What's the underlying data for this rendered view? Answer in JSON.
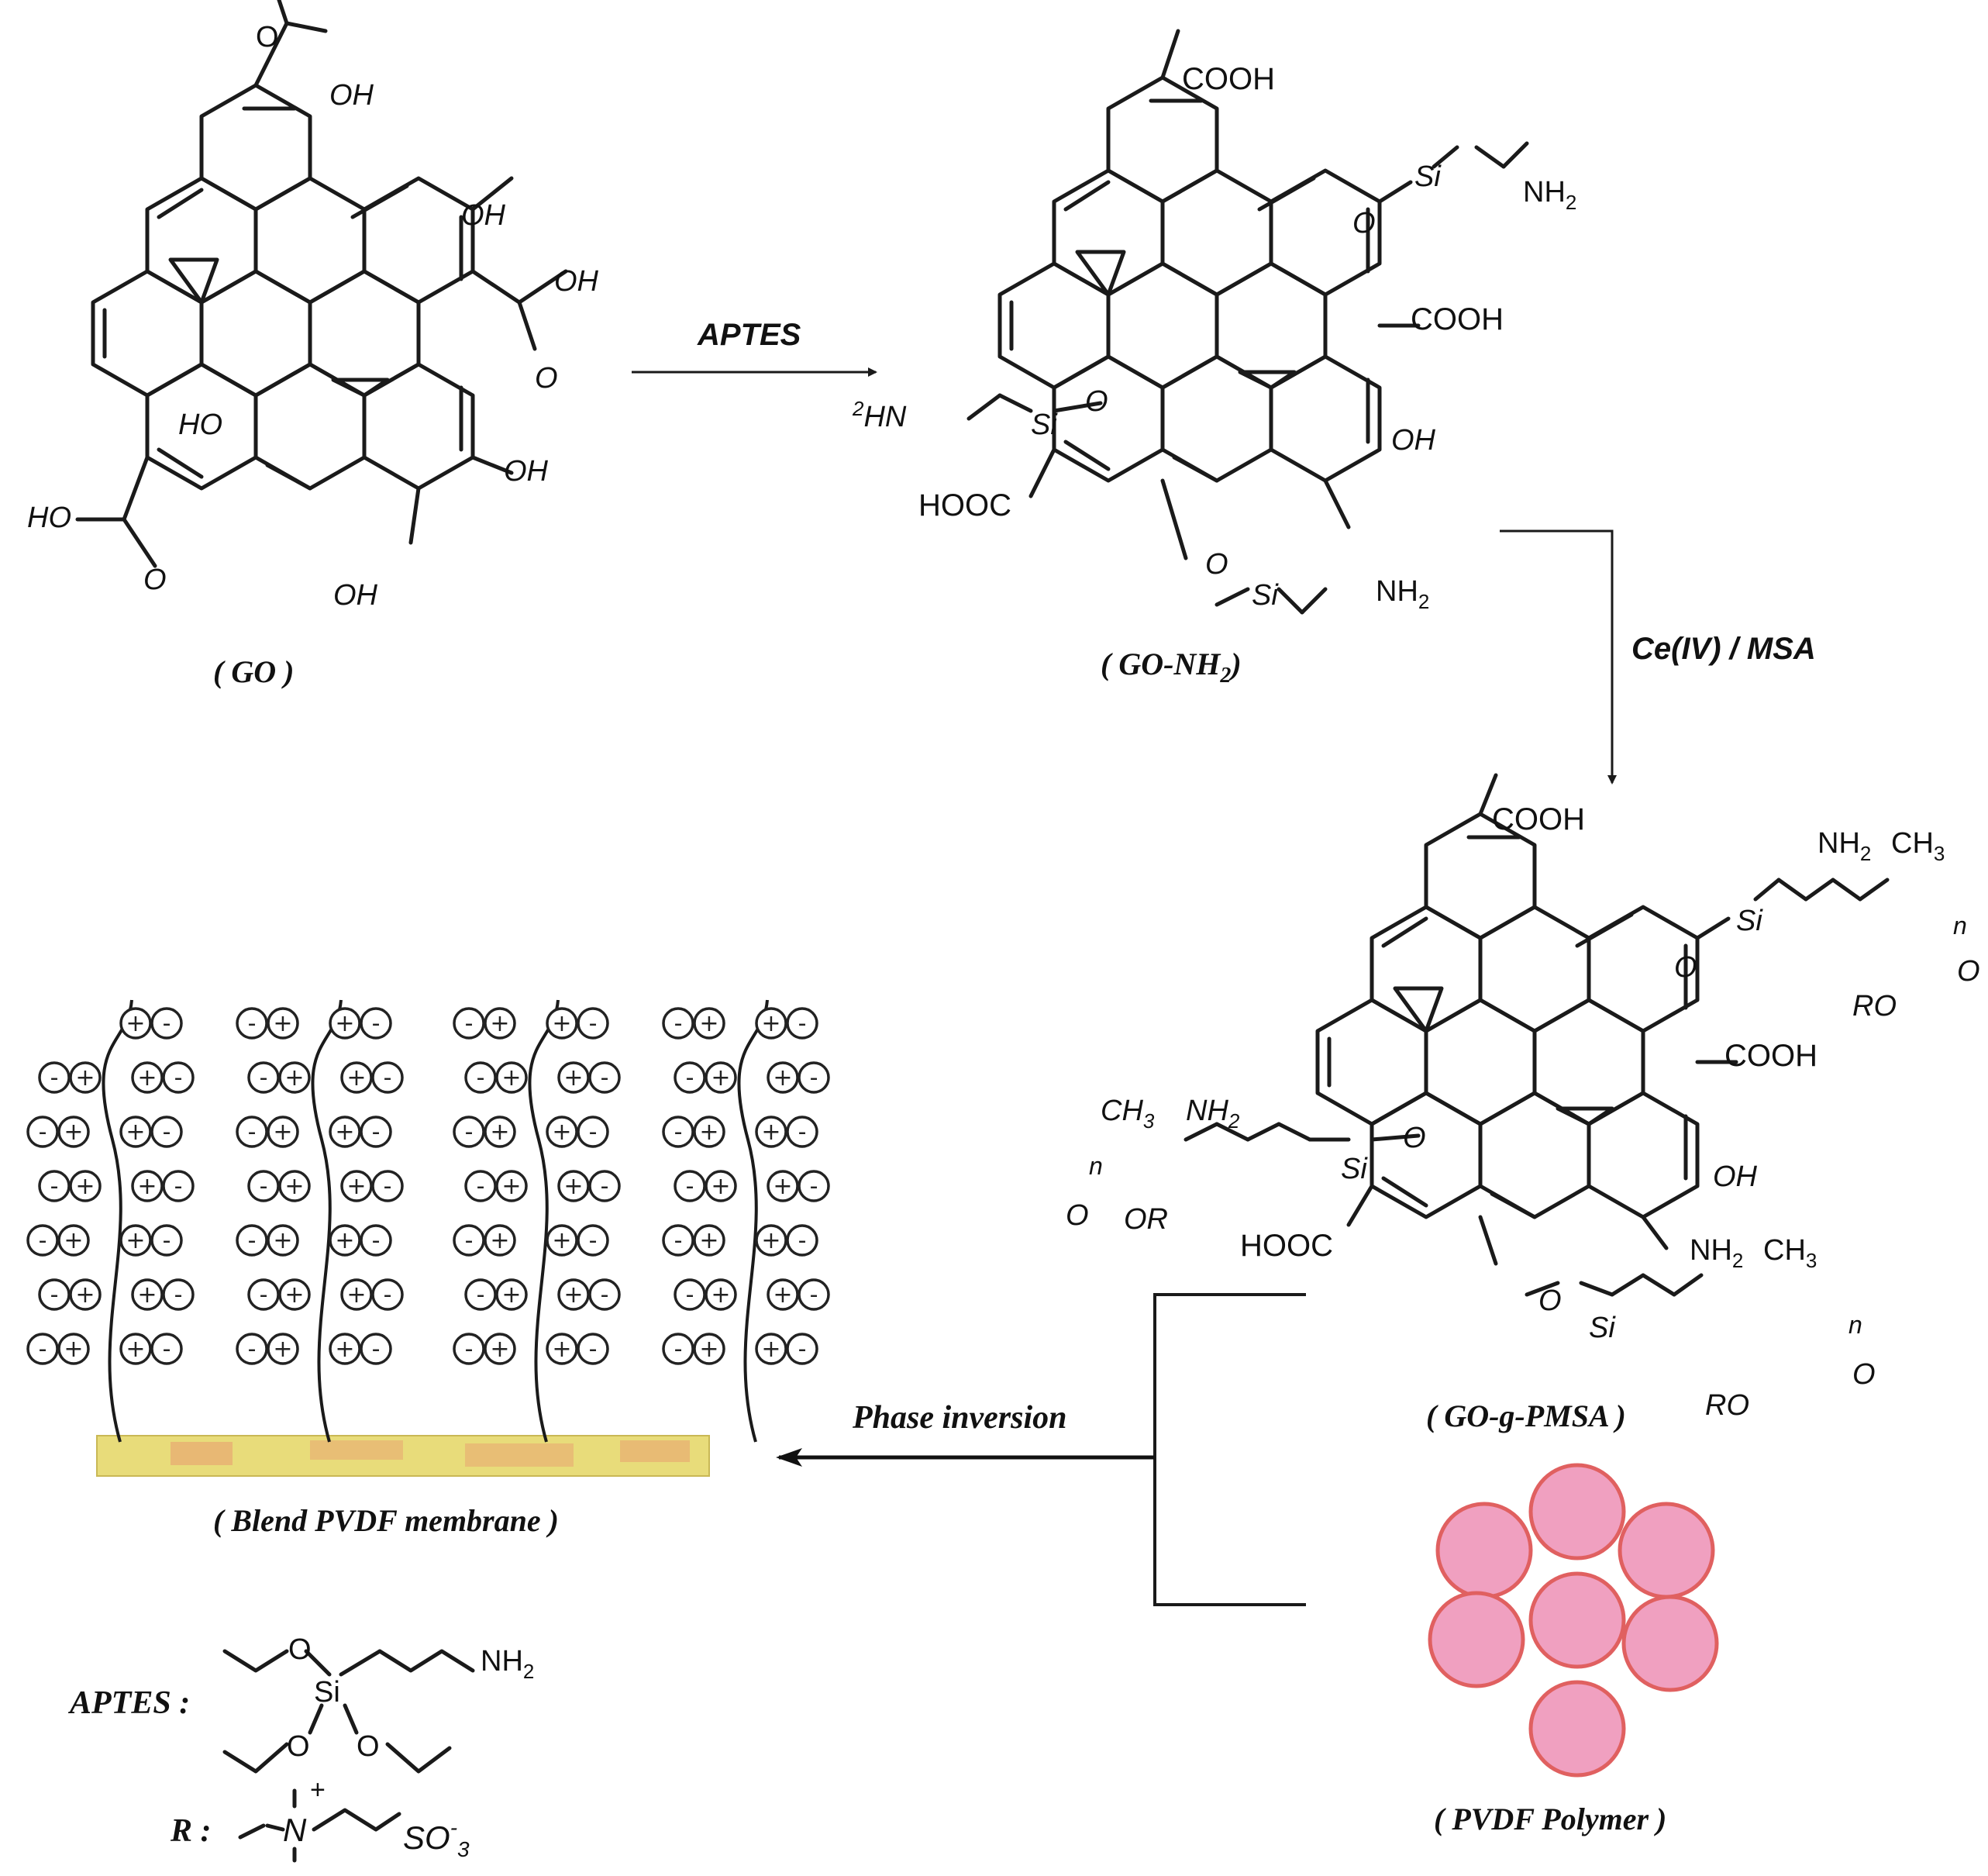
{
  "labels": {
    "go": "( GO )",
    "go_nh2": "( GO-NH",
    "go_nh2_sub": "2",
    "go_nh2_close": ")",
    "go_g_pmsa": "( GO-g-PMSA )",
    "blend": "( Blend PVDF membrane )",
    "pvdf_polymer": "( PVDF Polymer )"
  },
  "reactions": {
    "aptes": "APTES",
    "ce_msa": "Ce(IV) / MSA",
    "phase_inversion": "Phase inversion"
  },
  "legend": {
    "aptes_label": "APTES :",
    "r_label": "R :",
    "si": "Si",
    "o": "O",
    "nh2": "NH",
    "nh2_sub": "2",
    "n": "N",
    "plus": "+",
    "so3": "SO",
    "so3_sup": "-",
    "so3_sub": "3"
  },
  "groups": {
    "cooh": "COOH",
    "hooc": "HOOC",
    "oh": "OH",
    "ho": "HO",
    "o": "O",
    "si": "Si",
    "nh2": "NH",
    "sub2": "2",
    "ch3": "CH",
    "sub3": "3",
    "ro": "RO",
    "or": "OR",
    "n": "n",
    "hn_prefix": "2",
    "hn": "HN"
  },
  "ion_symbols": {
    "plus": "+",
    "minus": "-"
  },
  "colors": {
    "membrane_fill": "#e8dc7a",
    "membrane_spot": "#e8a070",
    "pvdf_fill": "#f0a0c0",
    "pvdf_stroke": "#e06060"
  }
}
